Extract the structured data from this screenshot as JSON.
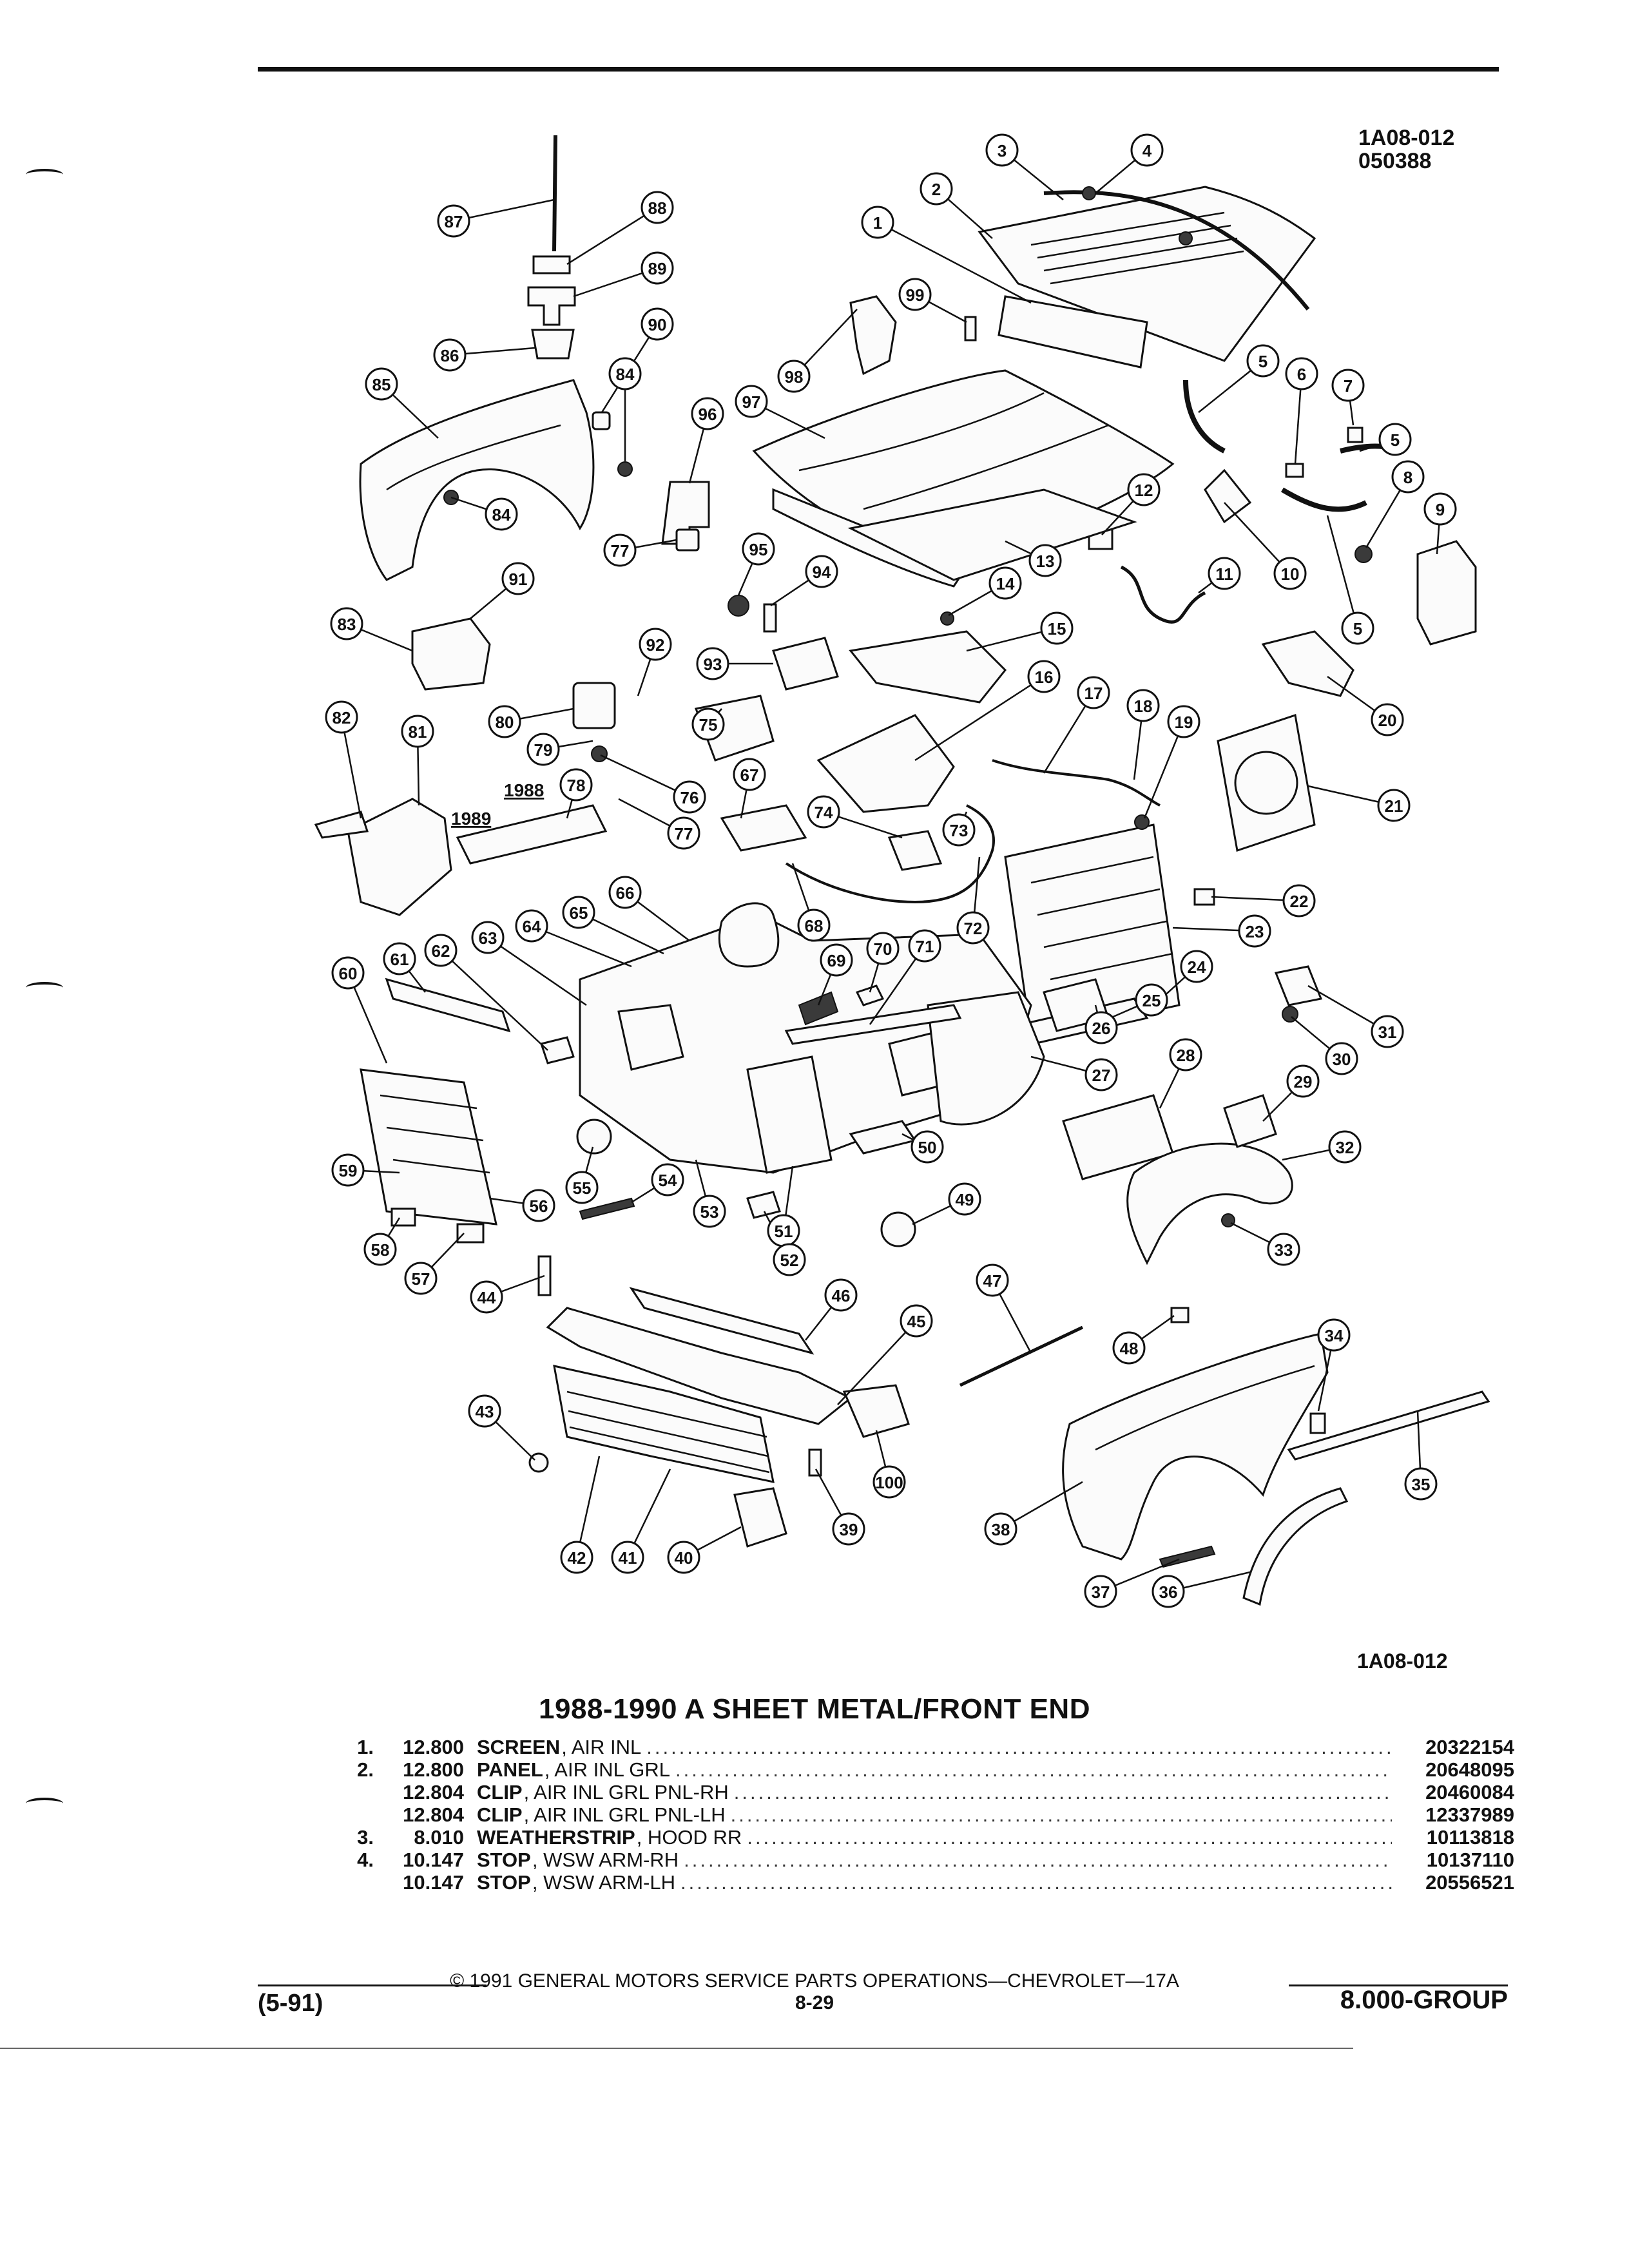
{
  "header": {
    "diagram_code": "1A08-012",
    "diagram_date": "050388",
    "diagram_code_bottom": "1A08-012"
  },
  "diagram": {
    "year_labels": [
      "1988",
      "1989"
    ],
    "callouts": [
      "1",
      "2",
      "3",
      "4",
      "5",
      "6",
      "7",
      "8",
      "9",
      "10",
      "11",
      "12",
      "13",
      "14",
      "15",
      "16",
      "17",
      "18",
      "19",
      "20",
      "21",
      "22",
      "23",
      "24",
      "25",
      "26",
      "27",
      "28",
      "29",
      "30",
      "31",
      "32",
      "33",
      "34",
      "35",
      "36",
      "37",
      "38",
      "39",
      "40",
      "41",
      "42",
      "43",
      "44",
      "45",
      "46",
      "47",
      "48",
      "49",
      "50",
      "51",
      "52",
      "53",
      "54",
      "55",
      "56",
      "57",
      "58",
      "59",
      "60",
      "61",
      "62",
      "63",
      "64",
      "65",
      "66",
      "67",
      "68",
      "69",
      "70",
      "71",
      "72",
      "73",
      "74",
      "75",
      "76",
      "77",
      "78",
      "79",
      "80",
      "81",
      "82",
      "83",
      "84",
      "85",
      "86",
      "87",
      "88",
      "89",
      "90",
      "91",
      "92",
      "93",
      "94",
      "95",
      "96",
      "97",
      "98",
      "99",
      "100"
    ]
  },
  "section": {
    "title": "1988-1990 A SHEET METAL/FRONT END"
  },
  "parts": [
    {
      "index": "1.",
      "group": "12.800",
      "name": "SCREEN",
      "desc": ", AIR INL",
      "number": "20322154"
    },
    {
      "index": "2.",
      "group": "12.800",
      "name": "PANEL",
      "desc": ", AIR INL GRL",
      "number": "20648095"
    },
    {
      "index": "",
      "group": "12.804",
      "name": "CLIP",
      "desc": ", AIR INL GRL PNL-RH",
      "number": "20460084"
    },
    {
      "index": "",
      "group": "12.804",
      "name": "CLIP",
      "desc": ", AIR INL GRL PNL-LH",
      "number": "12337989"
    },
    {
      "index": "3.",
      "group": "8.010",
      "name": "WEATHERSTRIP",
      "desc": ", HOOD RR",
      "number": "10113818"
    },
    {
      "index": "4.",
      "group": "10.147",
      "name": "STOP",
      "desc": ", WSW ARM-RH",
      "number": "10137110"
    },
    {
      "index": "",
      "group": "10.147",
      "name": "STOP",
      "desc": ", WSW ARM-LH",
      "number": "20556521"
    }
  ],
  "footer": {
    "copyright": "© 1991 GENERAL MOTORS SERVICE PARTS OPERATIONS—CHEVROLET—17A",
    "date": "(5-91)",
    "page": "8-29",
    "group": "8.000-GROUP"
  }
}
